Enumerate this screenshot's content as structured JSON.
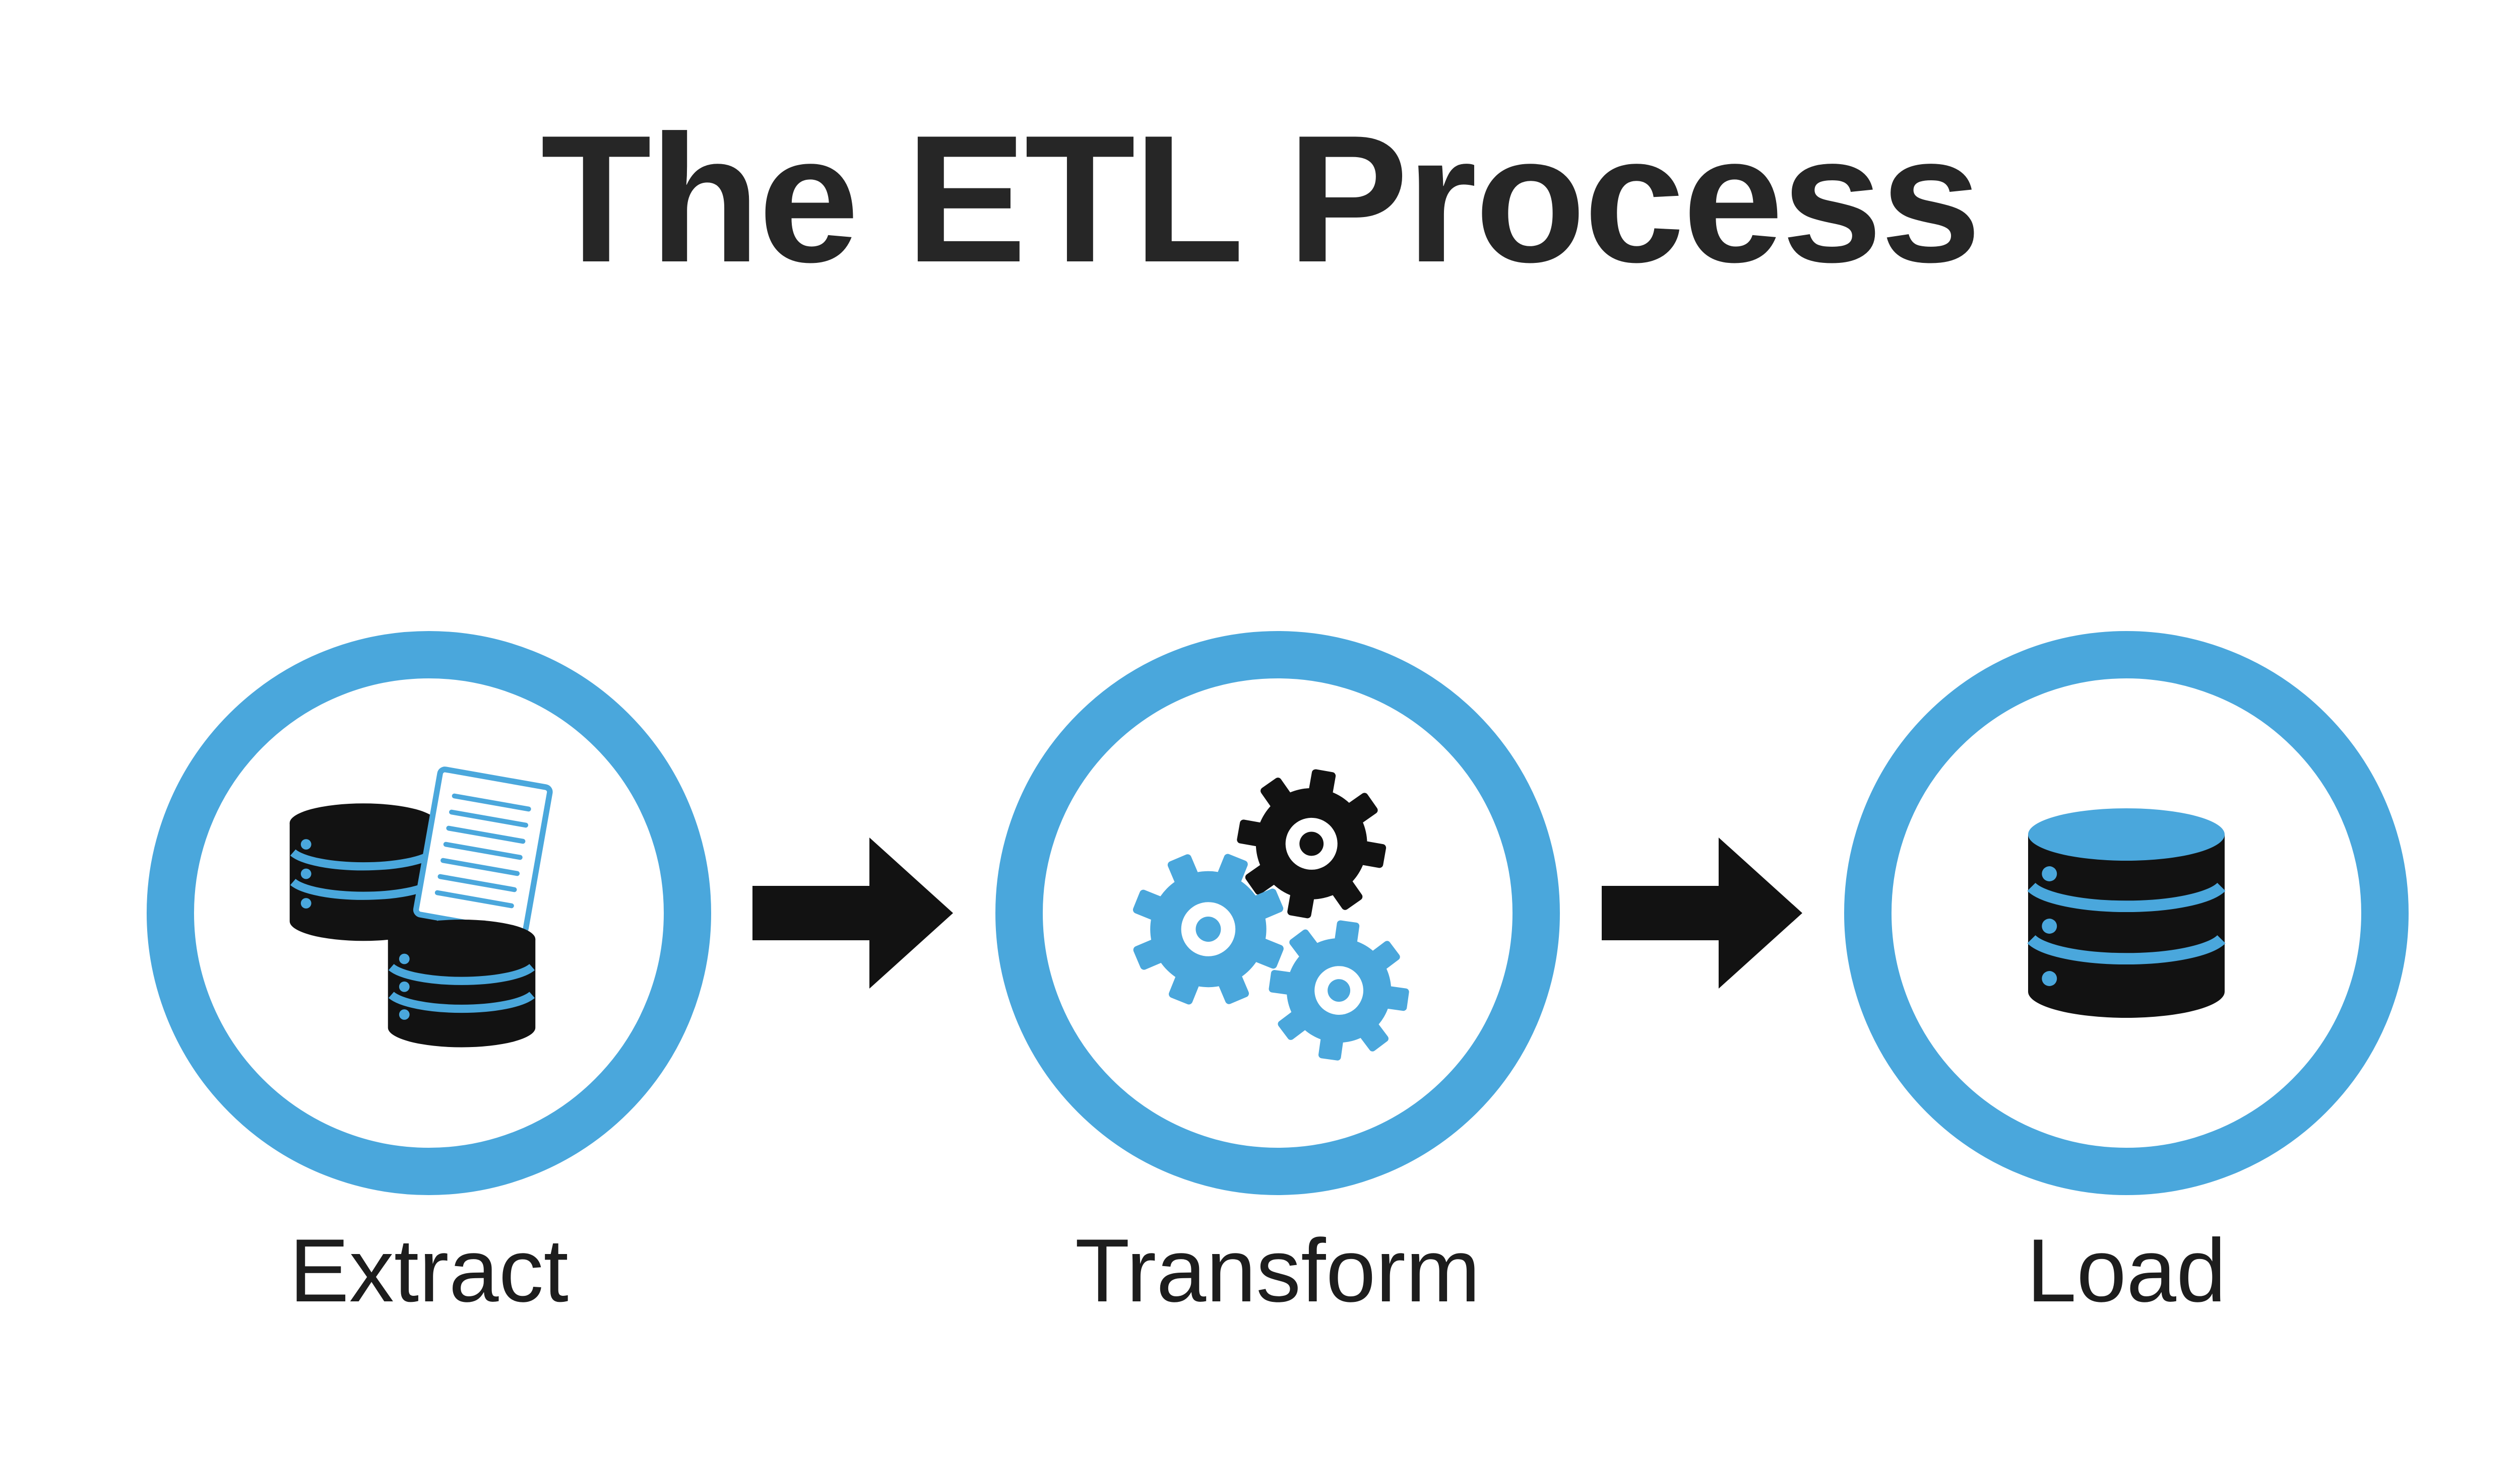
{
  "title": "The ETL Process",
  "stages": [
    {
      "label": "Extract",
      "icon": "source-databases-and-document-icon"
    },
    {
      "label": "Transform",
      "icon": "gears-icon"
    },
    {
      "label": "Load",
      "icon": "target-database-icon"
    }
  ],
  "arrows": [
    {
      "name": "arrow-extract-to-transform",
      "direction": "right"
    },
    {
      "name": "arrow-transform-to-load",
      "direction": "right"
    }
  ],
  "colors": {
    "accent": "#4AA7DC",
    "ink": "#121212",
    "background": "#FFFFFF",
    "title-ink": "#262626",
    "label-ink": "#1D1D1D"
  }
}
